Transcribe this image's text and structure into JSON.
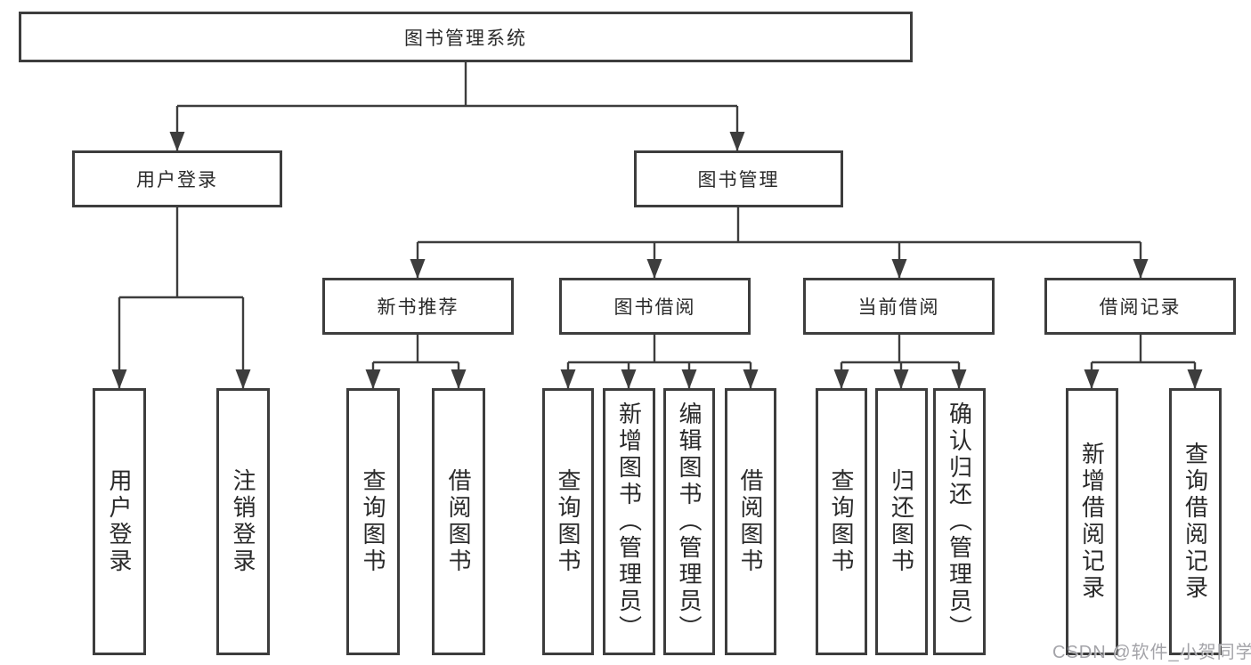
{
  "tree": {
    "label": "图书管理系统",
    "children": [
      {
        "label": "用户登录",
        "children": [
          {
            "label": "用户登录"
          },
          {
            "label": "注销登录"
          }
        ]
      },
      {
        "label": "图书管理",
        "children": [
          {
            "label": "新书推荐",
            "children": [
              {
                "label": "查询图书"
              },
              {
                "label": "借阅图书"
              }
            ]
          },
          {
            "label": "图书借阅",
            "children": [
              {
                "label": "查询图书"
              },
              {
                "label": "新增图书（管理员）"
              },
              {
                "label": "编辑图书（管理员）"
              },
              {
                "label": "借阅图书"
              }
            ]
          },
          {
            "label": "当前借阅",
            "children": [
              {
                "label": "查询图书"
              },
              {
                "label": "归还图书"
              },
              {
                "label": "确认归还（管理员）"
              }
            ]
          },
          {
            "label": "借阅记录",
            "children": [
              {
                "label": "新增借阅记录"
              },
              {
                "label": "查询借阅记录"
              }
            ]
          }
        ]
      }
    ]
  },
  "watermark": {
    "text": "CSDN @软件_小贺同学"
  },
  "colors": {
    "line": "#3d3d3d",
    "text": "#2a2a2a",
    "background": "#ffffff",
    "watermark": "#9a9aa0"
  }
}
